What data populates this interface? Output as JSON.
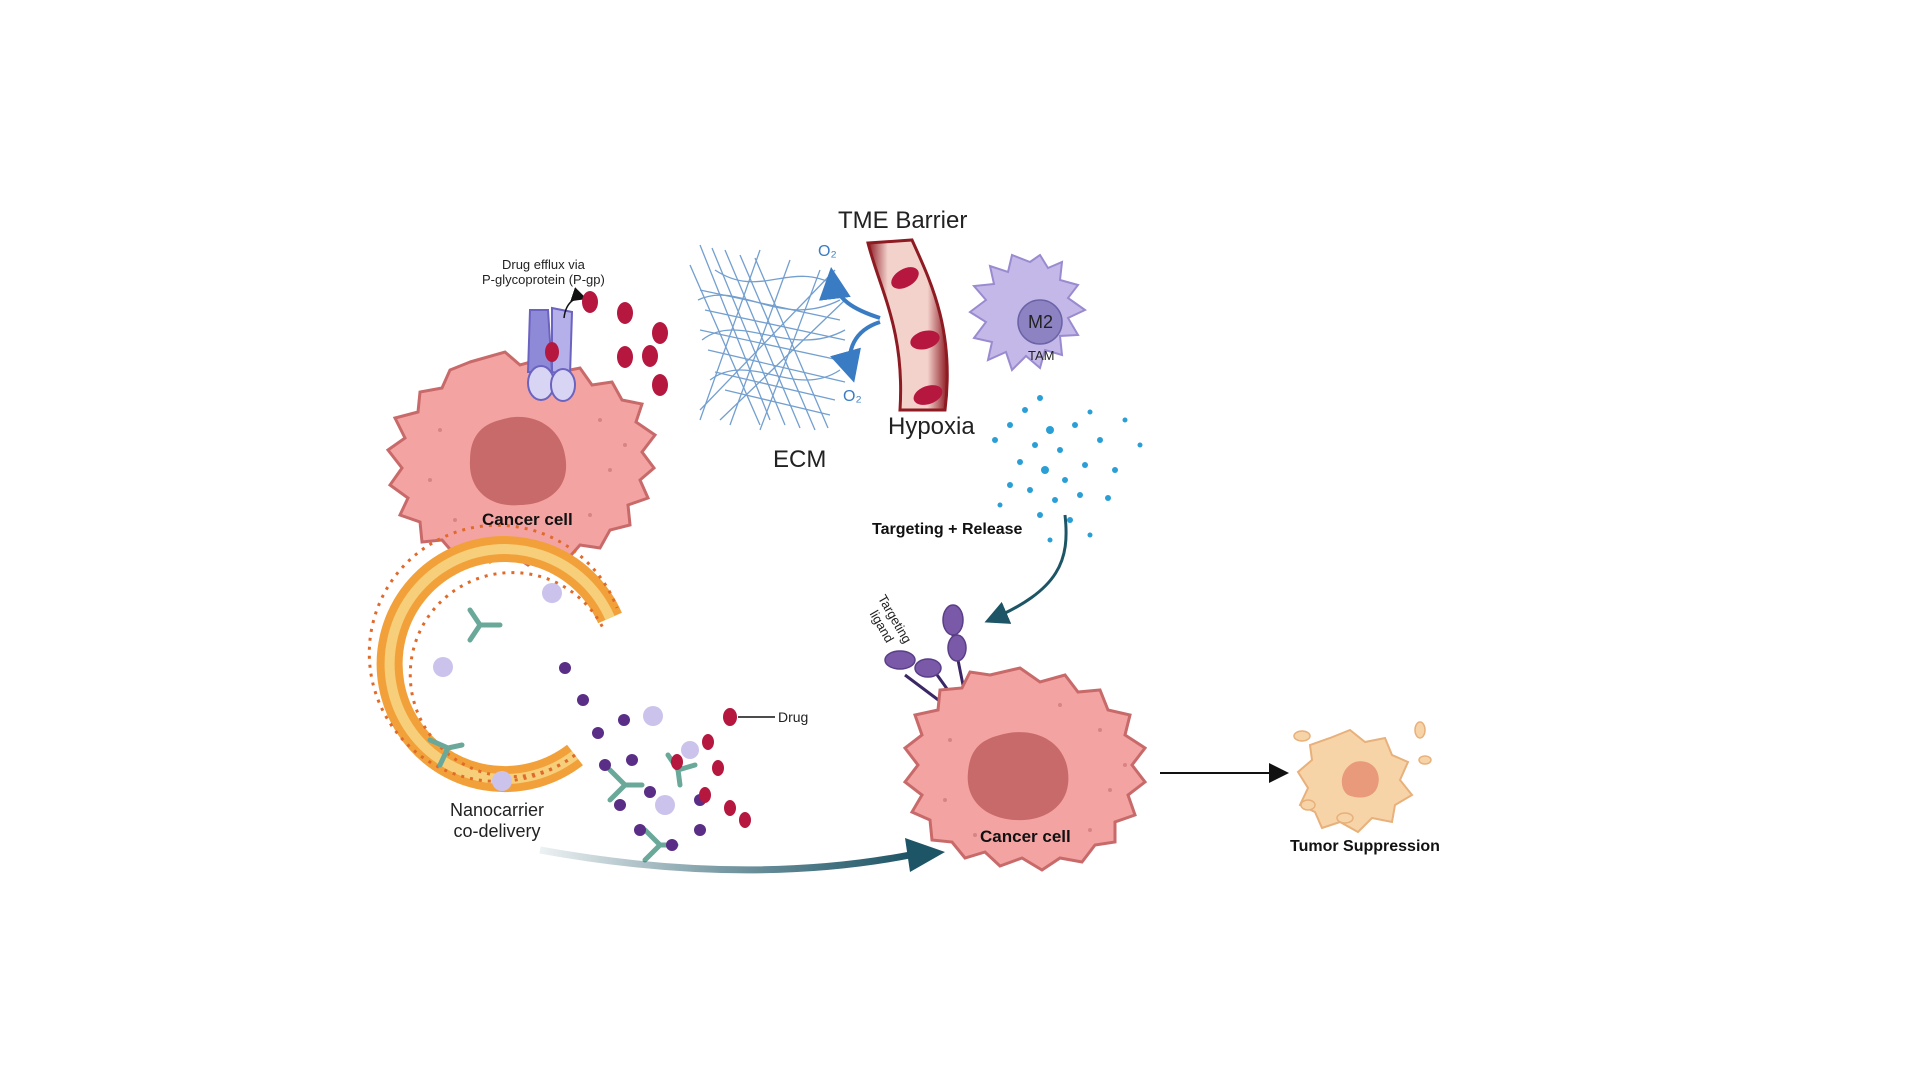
{
  "labels": {
    "tme_barrier": "TME Barrier",
    "drug_efflux_line1": "Drug efflux via",
    "drug_efflux_line2": "P-glycoprotein (P-gp)",
    "o2_top": "O₂",
    "o2_bottom": "O₂",
    "m2": "M2",
    "tam": "TAM",
    "ecm": "ECM",
    "hypoxia": "Hypoxia",
    "cancer_cell_top": "Cancer cell",
    "targeting_release": "Targeting + Release",
    "targeting_ligand_line1": "Targeting",
    "targeting_ligand_line2": "ligand",
    "drug": "Drug",
    "nanocarrier_line1": "Nanocarrier",
    "nanocarrier_line2": "co-delivery",
    "cancer_cell_bottom": "Cancer cell",
    "tumor_suppression": "Tumor Suppression"
  },
  "colors": {
    "cancer_cell": "#f4a3a3",
    "cancer_outline": "#c96a6a",
    "nucleus": "#c96a6a",
    "drug_red": "#b5173f",
    "vessel": "#a8202a",
    "ecm_blue": "#5b8fc7",
    "tam_purple": "#c4b8e8",
    "arrow_teal": "#1d5566",
    "ligand_purple": "#7a5aa8",
    "liposome_orange": "#f2a13a",
    "tumor_beige": "#f7d4a8"
  }
}
